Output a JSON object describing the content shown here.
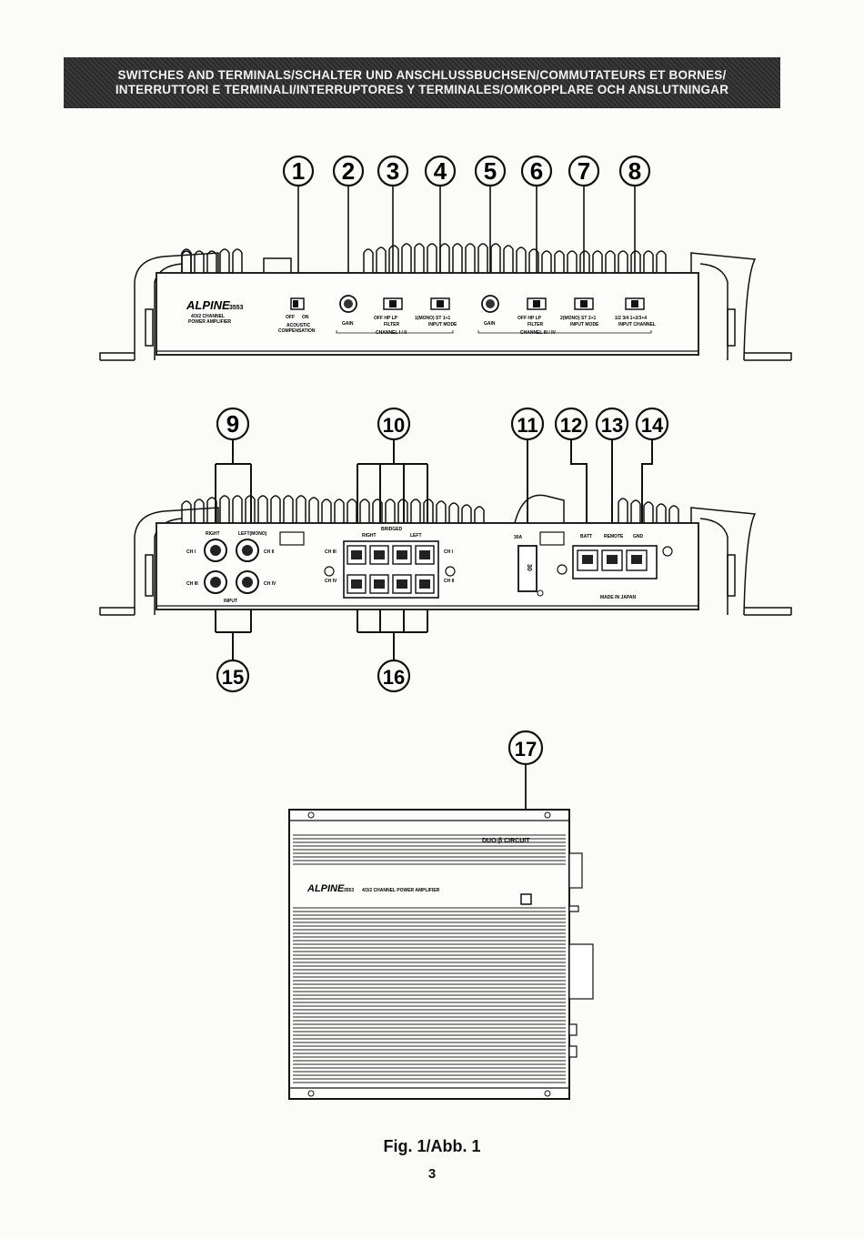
{
  "header": {
    "line1": "SWITCHES AND TERMINALS/SCHALTER UND ANSCHLUSSBUCHSEN/COMMUTATEURS ET BORNES/",
    "line2": "INTERRUTTORI E TERMINALI/INTERRUPTORES Y TERMINALES/OMKOPPLARE OCH ANSLUTNINGAR"
  },
  "callouts": {
    "c1": "1",
    "c2": "2",
    "c3": "3",
    "c4": "4",
    "c5": "5",
    "c6": "6",
    "c7": "7",
    "c8": "8",
    "c9": "9",
    "c10": "10",
    "c11": "11",
    "c12": "12",
    "c13": "13",
    "c14": "14",
    "c15": "15",
    "c16": "16",
    "c17": "17"
  },
  "front_panel": {
    "brand": "ALPINE",
    "model": "3553",
    "subtitle1": "4/3/2 CHANNEL",
    "subtitle2": "POWER AMPLIFIER",
    "acoustic_off": "OFF",
    "acoustic_on": "ON",
    "acoustic_label1": "ACOUSTIC",
    "acoustic_label2": "COMPENSATION",
    "gain1": "GAIN",
    "filter1_opts": "OFF HP LP",
    "filter1": "FILTER",
    "inputmode1_opts": "1(MONO) ST 1+1",
    "inputmode1": "INPUT MODE",
    "channel_12": "CHANNEL I / II",
    "gain2": "GAIN",
    "filter2_opts": "OFF HP LP",
    "filter2": "FILTER",
    "inputmode2_opts": "2(MONO) ST 2+1",
    "inputmode2": "INPUT MODE",
    "inputch_opts": "1/2 3/4 1+2/3+4",
    "inputch": "INPUT CHANNEL",
    "channel_34": "CHANNEL III / IV"
  },
  "rear_panel": {
    "right": "RIGHT",
    "left_mono": "LEFT(MONO)",
    "input": "INPUT",
    "ch1": "CH I",
    "ch2": "CH II",
    "ch3": "CH III",
    "ch4": "CH IV",
    "speaker_right": "RIGHT",
    "bridged": "BRIDGED",
    "speaker_left": "LEFT",
    "fuse_label": "30A",
    "fuse_value": "30",
    "batt": "BATT",
    "remote": "REMOTE",
    "gnd": "GND",
    "made_in": "MADE IN JAPAN"
  },
  "top_view": {
    "duo_beta": "DUO-β CIRCUIT",
    "brand": "ALPINE",
    "model": "3553",
    "desc": "4/3/2 CHANNEL POWER AMPLIFIER"
  },
  "caption": "Fig. 1/Abb. 1",
  "page_number": "3"
}
